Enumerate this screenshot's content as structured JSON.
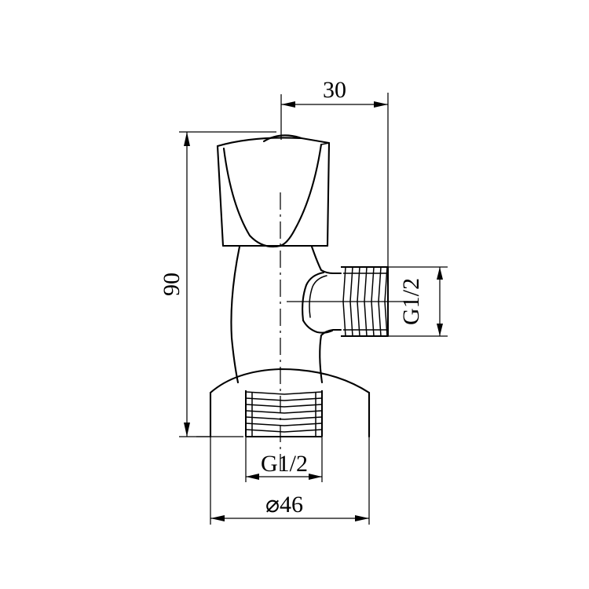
{
  "drawing": {
    "title": "Angle Valve Technical Drawing",
    "type": "engineering-line-drawing",
    "background_color": "#ffffff",
    "line_color": "#000000",
    "units": "mm",
    "dimensions": {
      "height_overall": {
        "label": "90",
        "orientation": "vertical",
        "position": "left",
        "value": 90
      },
      "width_top": {
        "label": "30",
        "orientation": "horizontal",
        "position": "top",
        "value": 30
      },
      "outlet_thread": {
        "label": "G1/2",
        "orientation": "vertical",
        "position": "right",
        "value": "G1/2"
      },
      "inlet_thread": {
        "label": "G1/2",
        "orientation": "horizontal",
        "position": "bottom",
        "value": "G1/2"
      },
      "base_diameter": {
        "label": "⌀46",
        "orientation": "horizontal",
        "position": "bottom",
        "value": 46
      }
    },
    "parts": [
      {
        "name": "handle-knob",
        "description": "tapered fan-shaped handle at top"
      },
      {
        "name": "valve-stem-neck",
        "description": "curved neck below handle"
      },
      {
        "name": "valve-body",
        "description": "central body"
      },
      {
        "name": "outlet-spout",
        "description": "horizontal threaded outlet, right side"
      },
      {
        "name": "base-flange",
        "description": "domed escutcheon base"
      },
      {
        "name": "inlet-thread",
        "description": "bottom male threaded shank"
      }
    ]
  }
}
